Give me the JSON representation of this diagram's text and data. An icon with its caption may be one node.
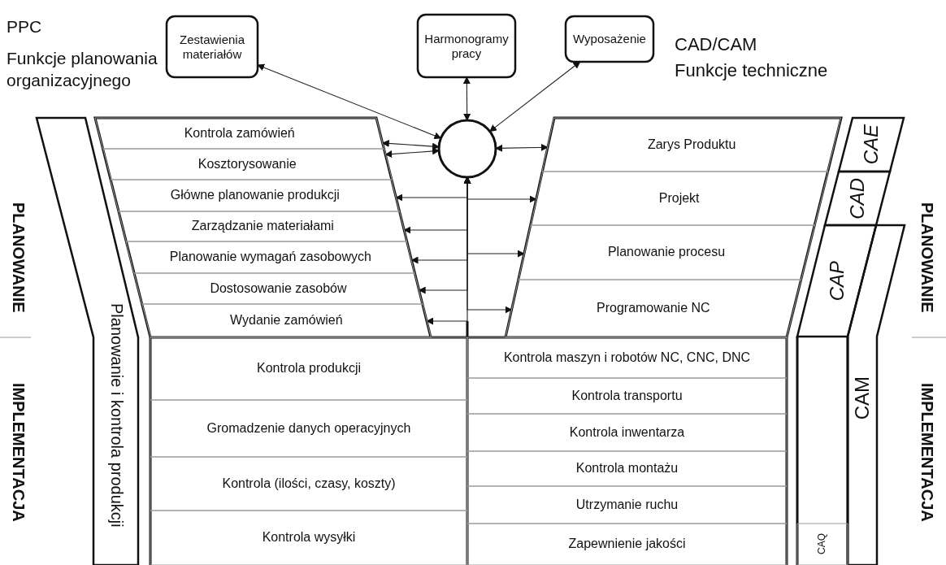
{
  "diagram": {
    "nodes": [
      {
        "text": [
          "Zestawienia materiałów"
        ]
      },
      {
        "text": [
          "Harmonogramy pracy"
        ]
      },
      {
        "text": [
          "Wyposażenie"
        ]
      },
      {
        "text": [],
        "shape": "circle"
      },
      {
        "text": [
          "Kontrola zamówień"
        ]
      },
      {
        "text": [
          "Kosztorysowanie"
        ]
      },
      {
        "text": [
          "Główne planowanie produkcji"
        ]
      },
      {
        "text": [
          "Zarządzanie materiałami"
        ]
      },
      {
        "text": [
          "Planowanie wymagań zasobowych"
        ]
      },
      {
        "text": [
          "Dostosowanie zasobów"
        ]
      },
      {
        "text": [
          "Wydanie zamówień"
        ]
      },
      {
        "text": [
          "Zarys Produktu"
        ]
      },
      {
        "text": [
          "Projekt"
        ]
      },
      {
        "text": [
          "Planowanie procesu"
        ]
      },
      {
        "text": [
          "Programowanie NC"
        ]
      },
      {
        "text": [
          "Kontrola produkcji"
        ]
      },
      {
        "text": [
          "Gromadzenie danych operacyjnych"
        ]
      },
      {
        "text": [
          "Kontrola (ilości, czasy, koszty)"
        ]
      },
      {
        "text": [
          "Kontrola wysyłki"
        ]
      },
      {
        "text": [
          "Kontrola maszyn i robotów NC, CNC, DNC"
        ]
      },
      {
        "text": [
          "Kontrola transportu"
        ]
      },
      {
        "text": [
          "Kontrola inwentarza"
        ]
      },
      {
        "text": [
          "Kontrola montażu"
        ]
      },
      {
        "text": [
          "Utrzymanie ruchu"
        ]
      },
      {
        "text": [
          "Zapewnienie jakości"
        ]
      },
      {
        "text": [
          "Planowanie i kontrola produkcji"
        ]
      },
      {
        "text": [
          "CAE"
        ]
      },
      {
        "text": [
          "CAD"
        ]
      },
      {
        "text": [
          "CAP"
        ]
      },
      {
        "text": [
          "CAM"
        ]
      },
      {
        "text": [
          "CAQ"
        ]
      }
    ],
    "edges": [
      {
        "from": 0,
        "to": 3,
        "arrow": "both"
      },
      {
        "from": 1,
        "to": 3,
        "arrow": "both"
      },
      {
        "from": 2,
        "to": 3,
        "arrow": "both"
      },
      {
        "from": 3,
        "to": 4,
        "arrow": "both"
      },
      {
        "from": 3,
        "to": 5,
        "arrow": "both"
      },
      {
        "from": 3,
        "to": 11,
        "arrow": "both"
      },
      {
        "from": 3,
        "to": 6,
        "arrow": "both"
      },
      {
        "from": 3,
        "to": 12,
        "arrow": "both"
      },
      {
        "from": 3,
        "to": 7,
        "arrow": "both"
      },
      {
        "from": 3,
        "to": 13,
        "arrow": "both"
      },
      {
        "from": 3,
        "to": 8,
        "arrow": "both"
      },
      {
        "from": 3,
        "to": 9,
        "arrow": "both"
      },
      {
        "from": 3,
        "to": 14,
        "arrow": "both"
      },
      {
        "from": 3,
        "to": 10,
        "arrow": "both"
      }
    ],
    "labels": [
      "PPC",
      "Funkcje planowania organizacyjnego",
      "CAD/CAM",
      "Funkcje techniczne",
      "PLANOWANIE",
      "IMPLEMENTACJA",
      "PLANOWANIE",
      "IMPLEMENTACJA"
    ]
  }
}
